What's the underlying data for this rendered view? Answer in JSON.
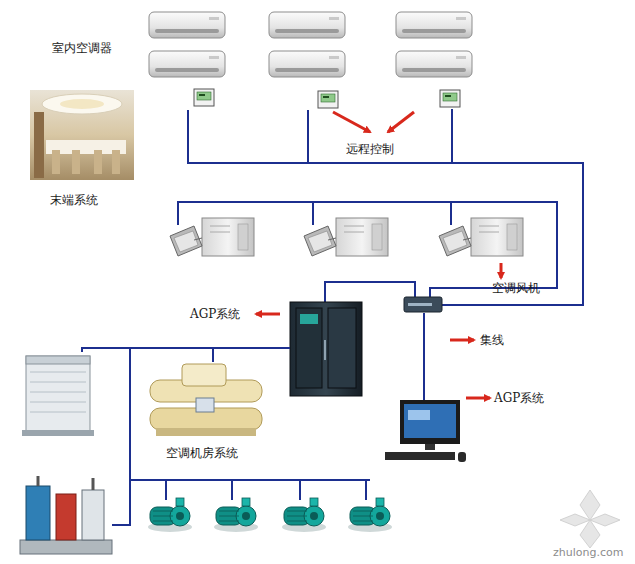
{
  "diagram": {
    "labels": [
      "室内空调器",
      "末端系统",
      "远程控制",
      "空调风机",
      "AGP系统",
      "集线",
      "AGP系统",
      "空调机房系统",
      "zhulong.com"
    ]
  }
}
